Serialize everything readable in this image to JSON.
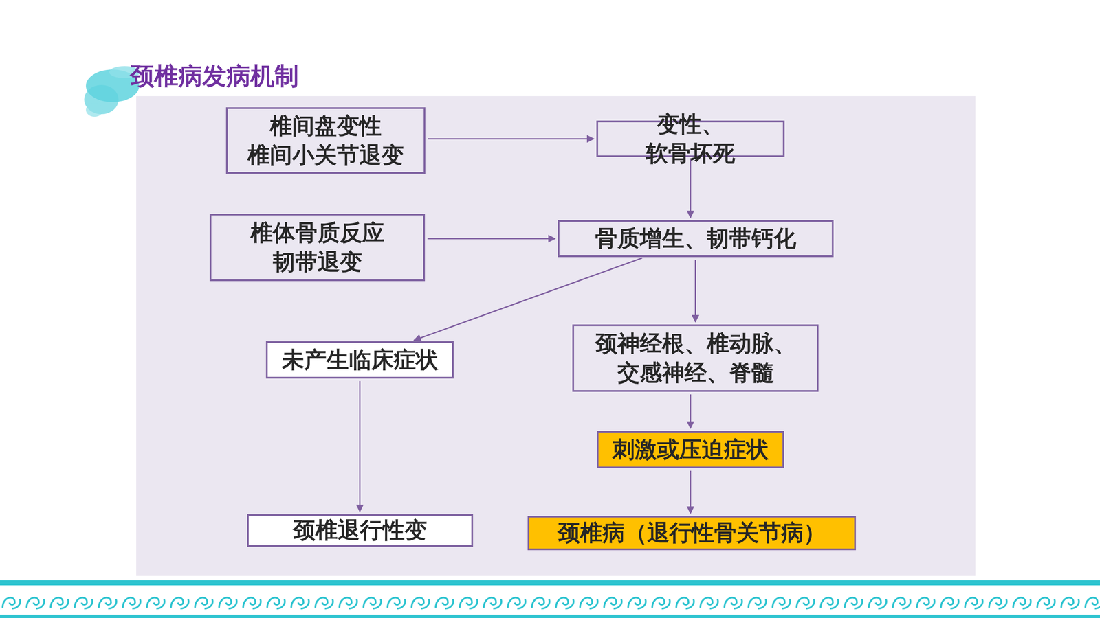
{
  "diagram": {
    "title": "颈椎病发病机制",
    "nodes": [
      {
        "text": [
          "椎间盘变性 椎间小关节退变"
        ]
      },
      {
        "text": [
          "变性、软骨坏死"
        ]
      },
      {
        "text": [
          "椎体骨质反应 韧带退变"
        ]
      },
      {
        "text": [
          "骨质增生、韧带钙化"
        ]
      },
      {
        "text": [
          "未产生临床症状"
        ]
      },
      {
        "text": [
          "颈神经根、椎动脉、 交感神经、脊髓"
        ]
      },
      {
        "text": [
          "刺激或压迫症状"
        ]
      },
      {
        "text": [
          "颈椎退行性变"
        ]
      },
      {
        "text": [
          "颈椎病（退行性骨关节病）"
        ]
      }
    ],
    "edges": [
      {
        "from": 0,
        "to": 1,
        "arrow": "to"
      },
      {
        "from": 1,
        "to": 3,
        "arrow": "to"
      },
      {
        "from": 2,
        "to": 3,
        "arrow": "to"
      },
      {
        "from": 3,
        "to": 4,
        "arrow": "to"
      },
      {
        "from": 3,
        "to": 5,
        "arrow": "to"
      },
      {
        "from": 4,
        "to": 7,
        "arrow": "to"
      },
      {
        "from": 5,
        "to": 6,
        "arrow": "to"
      },
      {
        "from": 6,
        "to": 8,
        "arrow": "to"
      }
    ]
  }
}
